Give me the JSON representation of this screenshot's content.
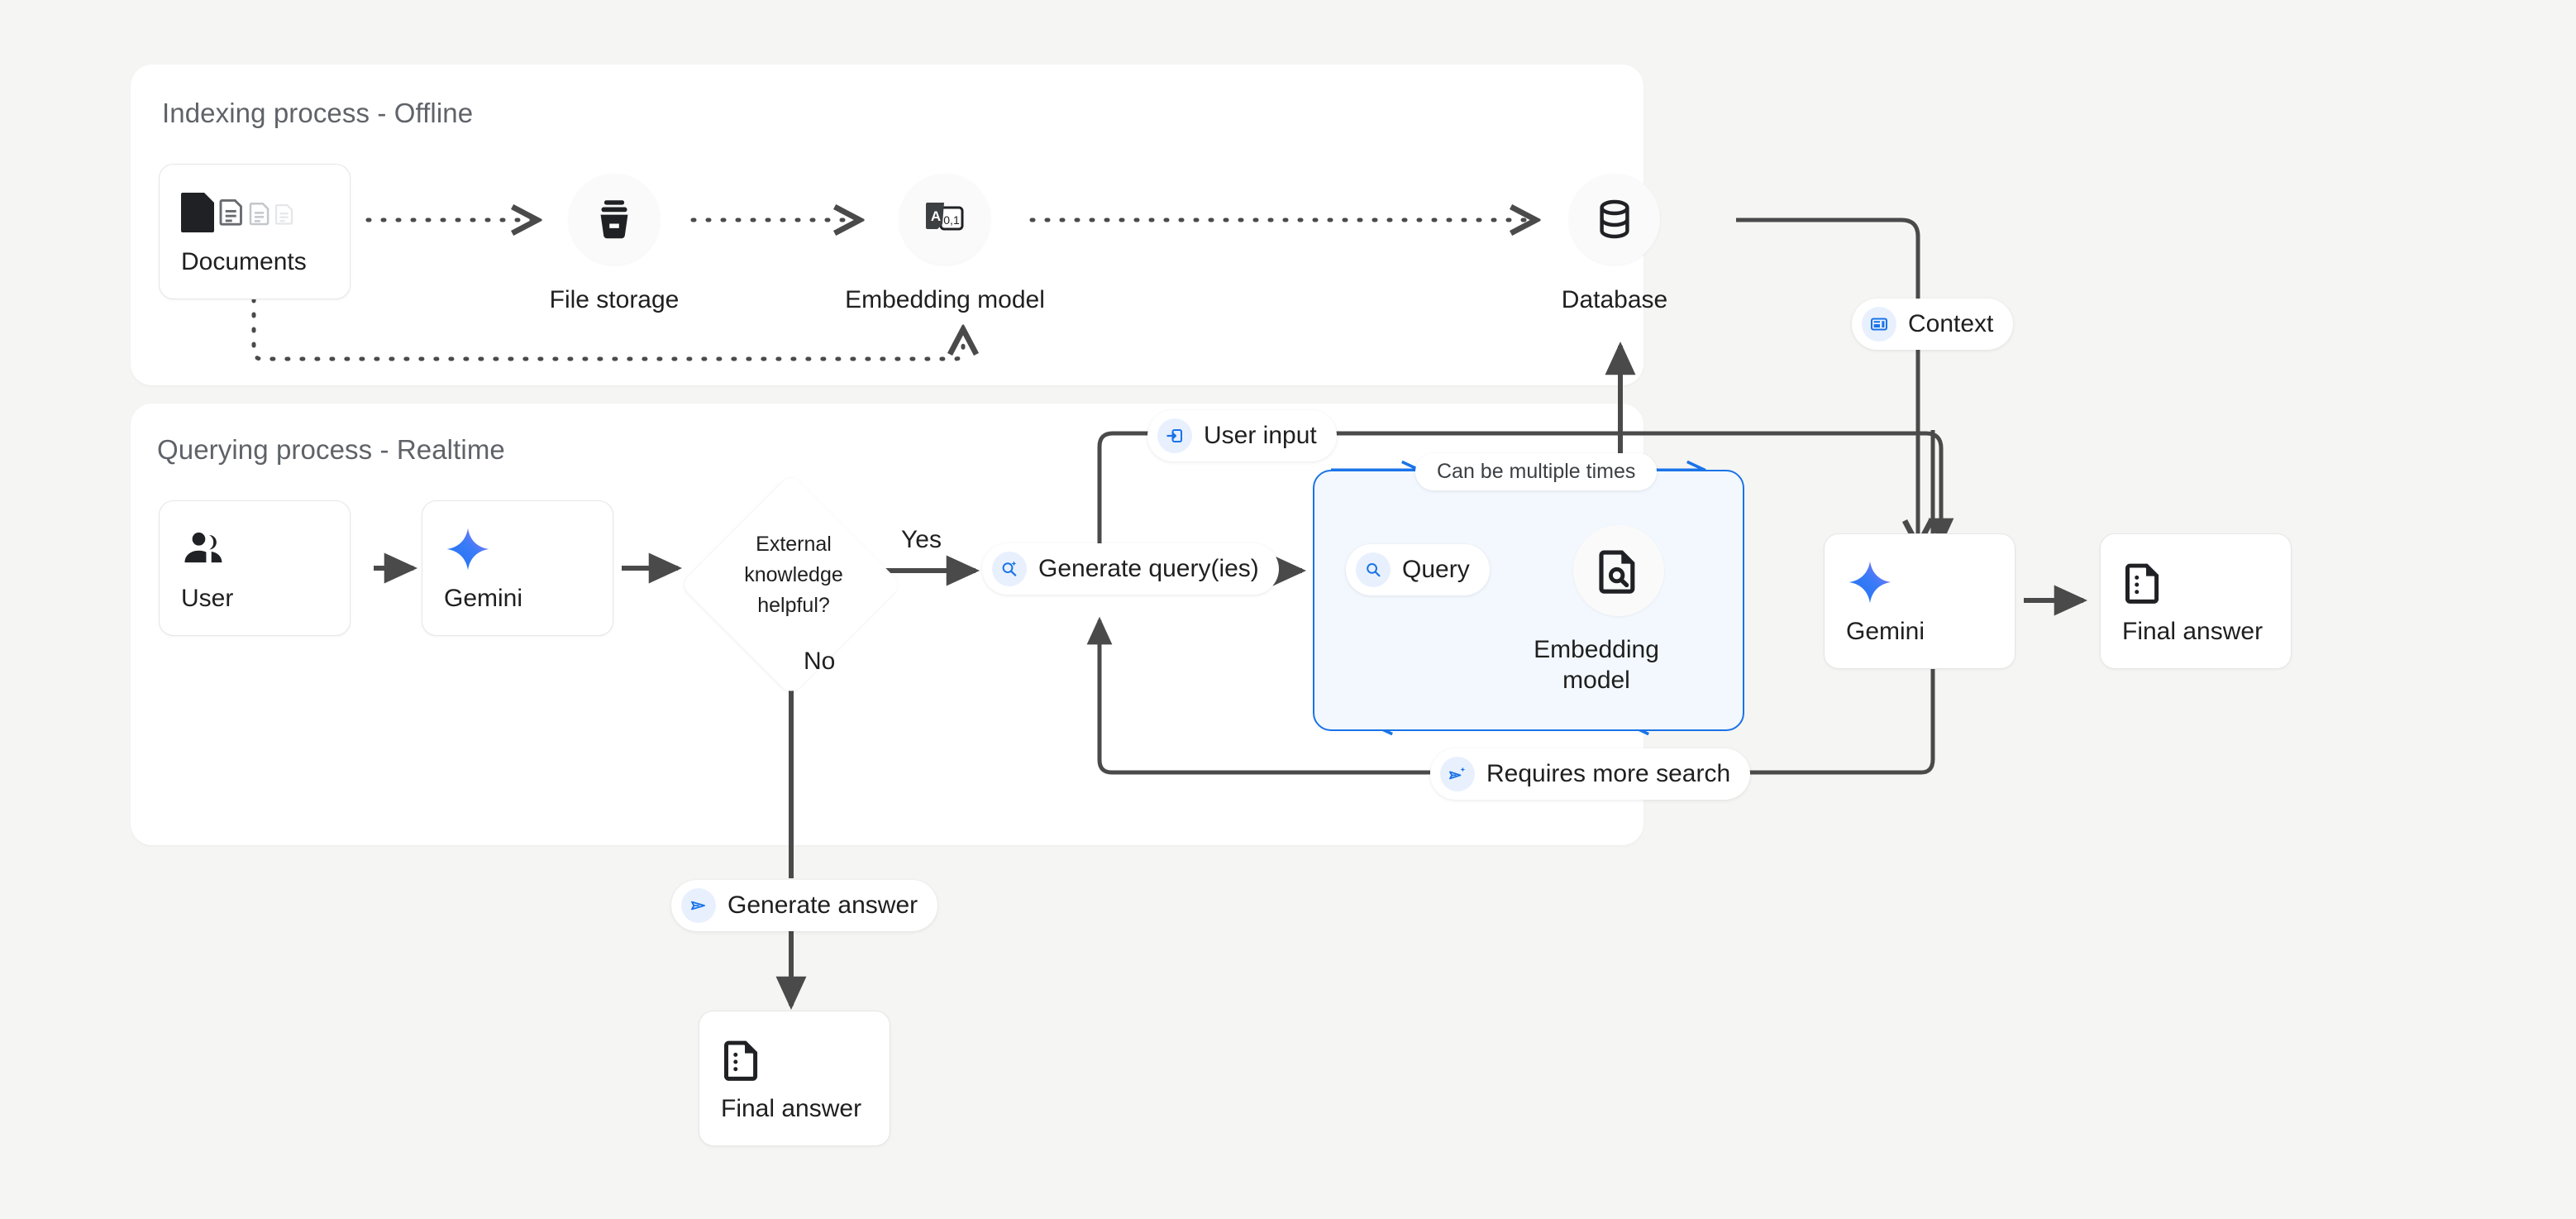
{
  "diagram": {
    "title_indexing": "Indexing process - Offline",
    "title_querying": "Querying process - Realtime",
    "colors": {
      "background": "#f5f5f3",
      "panel": "#ffffff",
      "connector": "#4a4a4a",
      "accent_blue": "#1a73e8",
      "loop_fill": "#f3f8fe",
      "chip_icon_bg": "#e8f0fe",
      "gemini_gradient_start": "#1b72f3",
      "gemini_gradient_end": "#9b72f5"
    }
  },
  "indexing": {
    "documents": {
      "label": "Documents",
      "icon": "documents-icon"
    },
    "file_storage": {
      "label": "File storage",
      "icon": "file-storage-icon"
    },
    "embedding_model": {
      "label": "Embedding model",
      "icon": "embedding-model-icon"
    },
    "database": {
      "label": "Database",
      "icon": "database-icon"
    }
  },
  "querying": {
    "user": {
      "label": "User",
      "icon": "user-group-icon"
    },
    "gemini_left": {
      "label": "Gemini",
      "icon": "gemini-sparkle-icon"
    },
    "decision": {
      "label": "External knowledge helpful?",
      "yes": "Yes",
      "no": "No"
    },
    "generate_queries": {
      "label": "Generate query(ies)",
      "icon": "search-sparkle-icon"
    },
    "loop_note": {
      "label": "Can be multiple times"
    },
    "query_chip": {
      "label": "Query",
      "icon": "search-icon"
    },
    "embedding_model": {
      "label": "Embedding model",
      "icon": "document-search-icon"
    },
    "user_input": {
      "label": "User input",
      "icon": "input-arrow-icon"
    },
    "requires_more_search": {
      "label": "Requires more search",
      "icon": "send-sparkle-icon"
    },
    "generate_answer": {
      "label": "Generate answer",
      "icon": "send-icon"
    },
    "context": {
      "label": "Context",
      "icon": "context-panel-icon"
    },
    "gemini_right": {
      "label": "Gemini",
      "icon": "gemini-sparkle-icon"
    },
    "final_answer_right": {
      "label": "Final answer",
      "icon": "final-answer-icon"
    },
    "final_answer_bottom": {
      "label": "Final answer",
      "icon": "final-answer-icon"
    }
  }
}
